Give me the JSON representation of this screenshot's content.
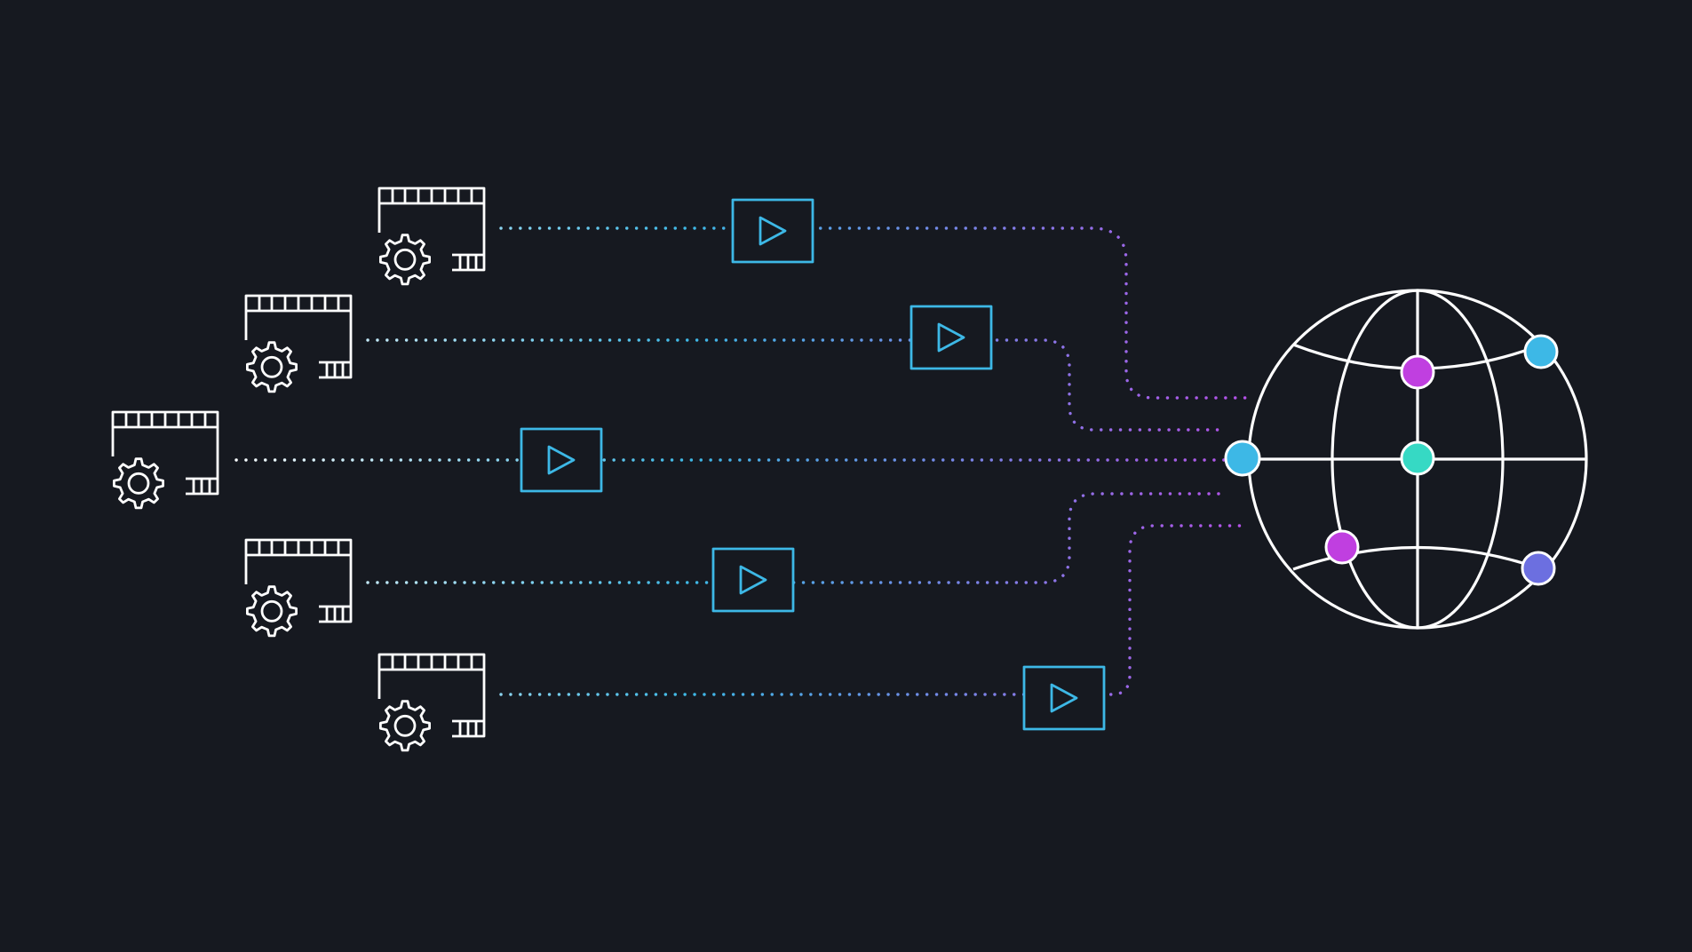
{
  "colors": {
    "background": "#161920",
    "icon_stroke": "#ffffff",
    "play_box": "#3db8e6",
    "path_start": "#ffffff",
    "path_mid": "#3db8e6",
    "path_end": "#b84ee8",
    "node_cyan": "#3db8e6",
    "node_magenta": "#c03fe0",
    "node_teal": "#36d9c4",
    "node_indigo": "#6c6fe0"
  },
  "icons": {
    "source": "video-editor-gear-icon",
    "stream": "play-button-icon",
    "destination": "globe-icon"
  },
  "sources": [
    {
      "id": "source-1",
      "stream": "stream-1"
    },
    {
      "id": "source-2",
      "stream": "stream-2"
    },
    {
      "id": "source-3",
      "stream": "stream-3"
    },
    {
      "id": "source-4",
      "stream": "stream-4"
    },
    {
      "id": "source-5",
      "stream": "stream-5"
    }
  ],
  "globe_nodes": [
    {
      "name": "globe-node-left",
      "color": "node_cyan"
    },
    {
      "name": "globe-node-top-center",
      "color": "node_magenta"
    },
    {
      "name": "globe-node-top-right",
      "color": "node_cyan"
    },
    {
      "name": "globe-node-center",
      "color": "node_teal"
    },
    {
      "name": "globe-node-bottom-left",
      "color": "node_magenta"
    },
    {
      "name": "globe-node-bottom-right",
      "color": "node_indigo"
    }
  ]
}
